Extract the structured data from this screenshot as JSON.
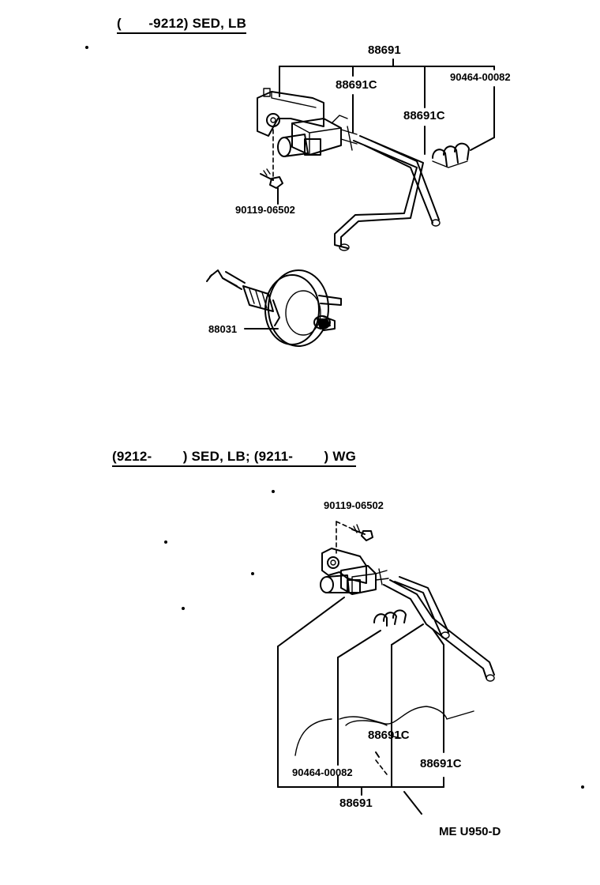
{
  "sections": [
    {
      "heading": "(       -9212) SED, LB",
      "parts": {
        "assembly": "88691",
        "hose_a": "88691C",
        "hose_b": "88691C",
        "clamp": "90464-00082",
        "bolt": "90119-06502",
        "actuator": "88031"
      }
    },
    {
      "heading": "(9212-        ) SED, LB; (9211-        ) WG",
      "parts": {
        "bolt": "90119-06502",
        "hose_a": "88691C",
        "clamp": "90464-00082",
        "hose_b": "88691C",
        "assembly": "88691"
      }
    }
  ],
  "diagram_code": "ME U950-D"
}
